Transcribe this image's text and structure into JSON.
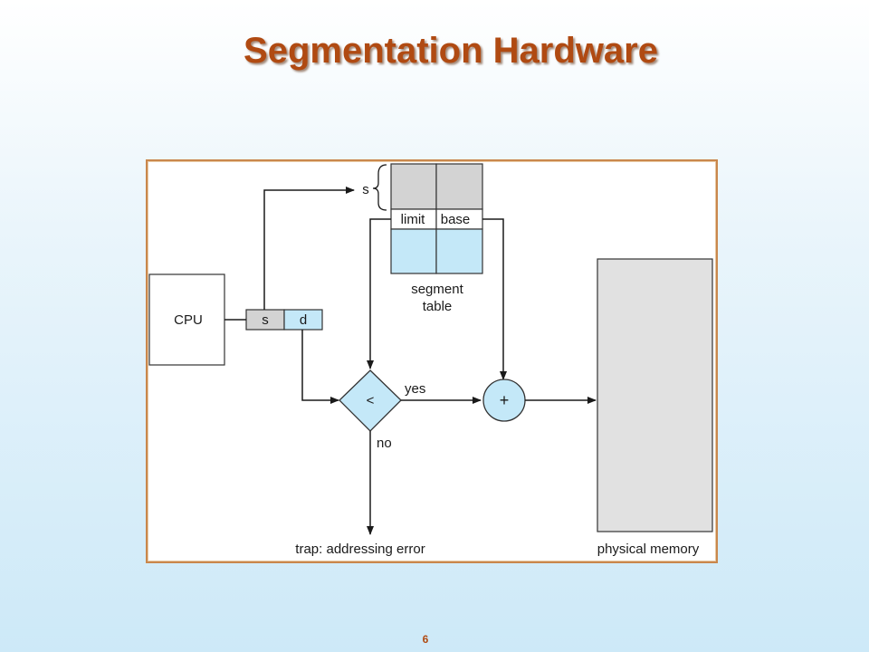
{
  "slide": {
    "title": "Segmentation Hardware",
    "page_number": "6"
  },
  "diagram": {
    "cpu_label": "CPU",
    "logical_address": {
      "segment_label": "s",
      "offset_label": "d"
    },
    "selector_label": "s",
    "segment_table": {
      "limit_label": "limit",
      "base_label": "base",
      "caption_line1": "segment",
      "caption_line2": "table"
    },
    "comparator_symbol": "<",
    "adder_symbol": "+",
    "yes_label": "yes",
    "no_label": "no",
    "trap_label": "trap: addressing error",
    "memory_label": "physical memory"
  },
  "colors": {
    "title": "#b04a12",
    "frame_border": "#c9874c",
    "gray_cell": "#d3d3d3",
    "blue_cell": "#c4e8f8"
  }
}
